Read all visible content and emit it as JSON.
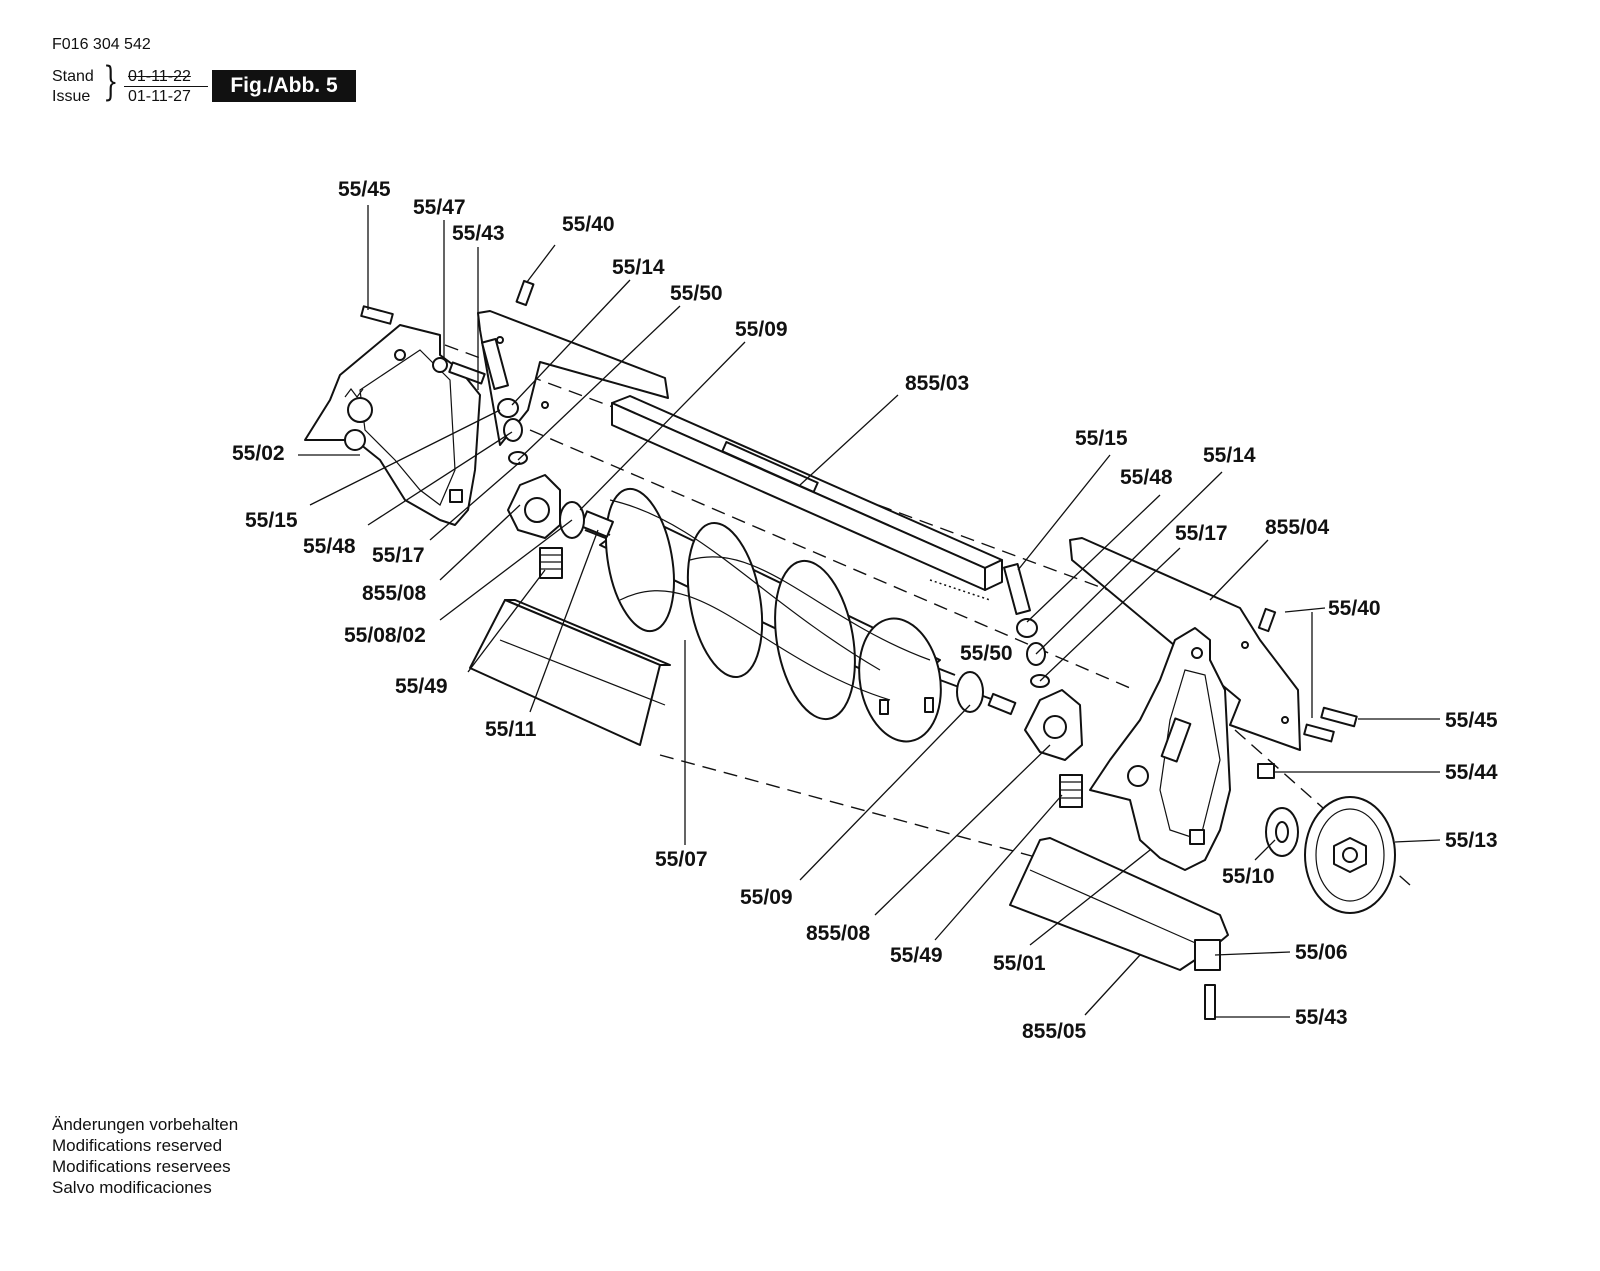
{
  "header": {
    "doc_number": "F016 304 542",
    "stand_label": "Stand",
    "issue_label": "Issue",
    "stand_date_struck": "01-11-22",
    "issue_date": "01-11-27",
    "figure_badge": "Fig./Abb. 5"
  },
  "callouts": [
    "55/45",
    "55/47",
    "55/43",
    "55/40",
    "55/14",
    "55/50",
    "55/09",
    "855/03",
    "55/02",
    "55/15",
    "55/48",
    "55/17",
    "855/08",
    "55/08/02",
    "55/49",
    "55/11",
    "55/07",
    "55/15",
    "55/48",
    "55/14",
    "55/17",
    "855/04",
    "55/40",
    "55/50",
    "55/45",
    "55/44",
    "55/13",
    "55/10",
    "55/09",
    "855/08",
    "55/49",
    "55/01",
    "55/06",
    "855/05",
    "55/43"
  ],
  "footer": {
    "lines": [
      "Änderungen vorbehalten",
      "Modifications reserved",
      "Modifications reservees",
      "Salvo modificaciones"
    ]
  }
}
